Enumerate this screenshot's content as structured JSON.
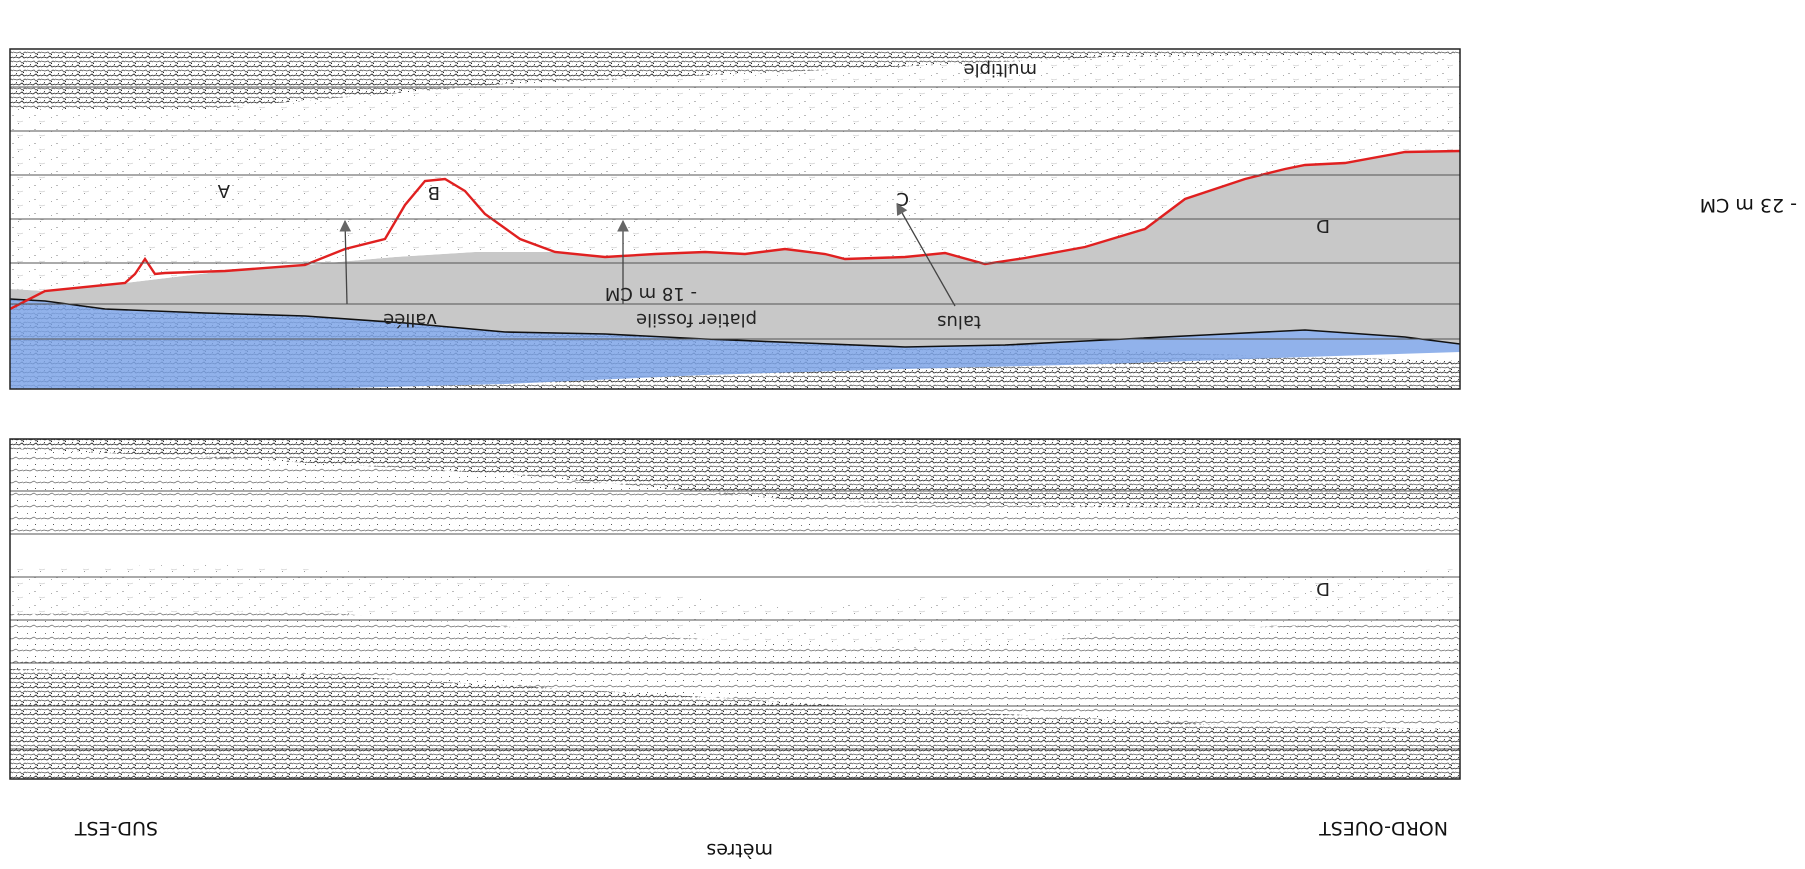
{
  "orientation": "rotated 180 degrees",
  "header": {
    "left_direction": "NORD-OUEST",
    "right_direction": "SUD-EST",
    "center_label": "mètres"
  },
  "upper_panel": {
    "depth_label_left": "- 23 m CM",
    "depth_label_center": "- 18 m CM",
    "annotations": {
      "valley": "vallée",
      "fossil_platform": "platier fossile",
      "slope": "talus",
      "multiple": "multiple"
    },
    "units": {
      "A": "A",
      "B": "B",
      "C": "C",
      "D": "D"
    },
    "colors": {
      "seafloor_line": "#e02020",
      "unit_B": "#7fbf9a",
      "unit_C": "#c8c8c8",
      "unit_D": "#7ea4e8",
      "reflector_line": "#111111"
    }
  },
  "lower_panel": {
    "units": {
      "D": "D"
    }
  }
}
